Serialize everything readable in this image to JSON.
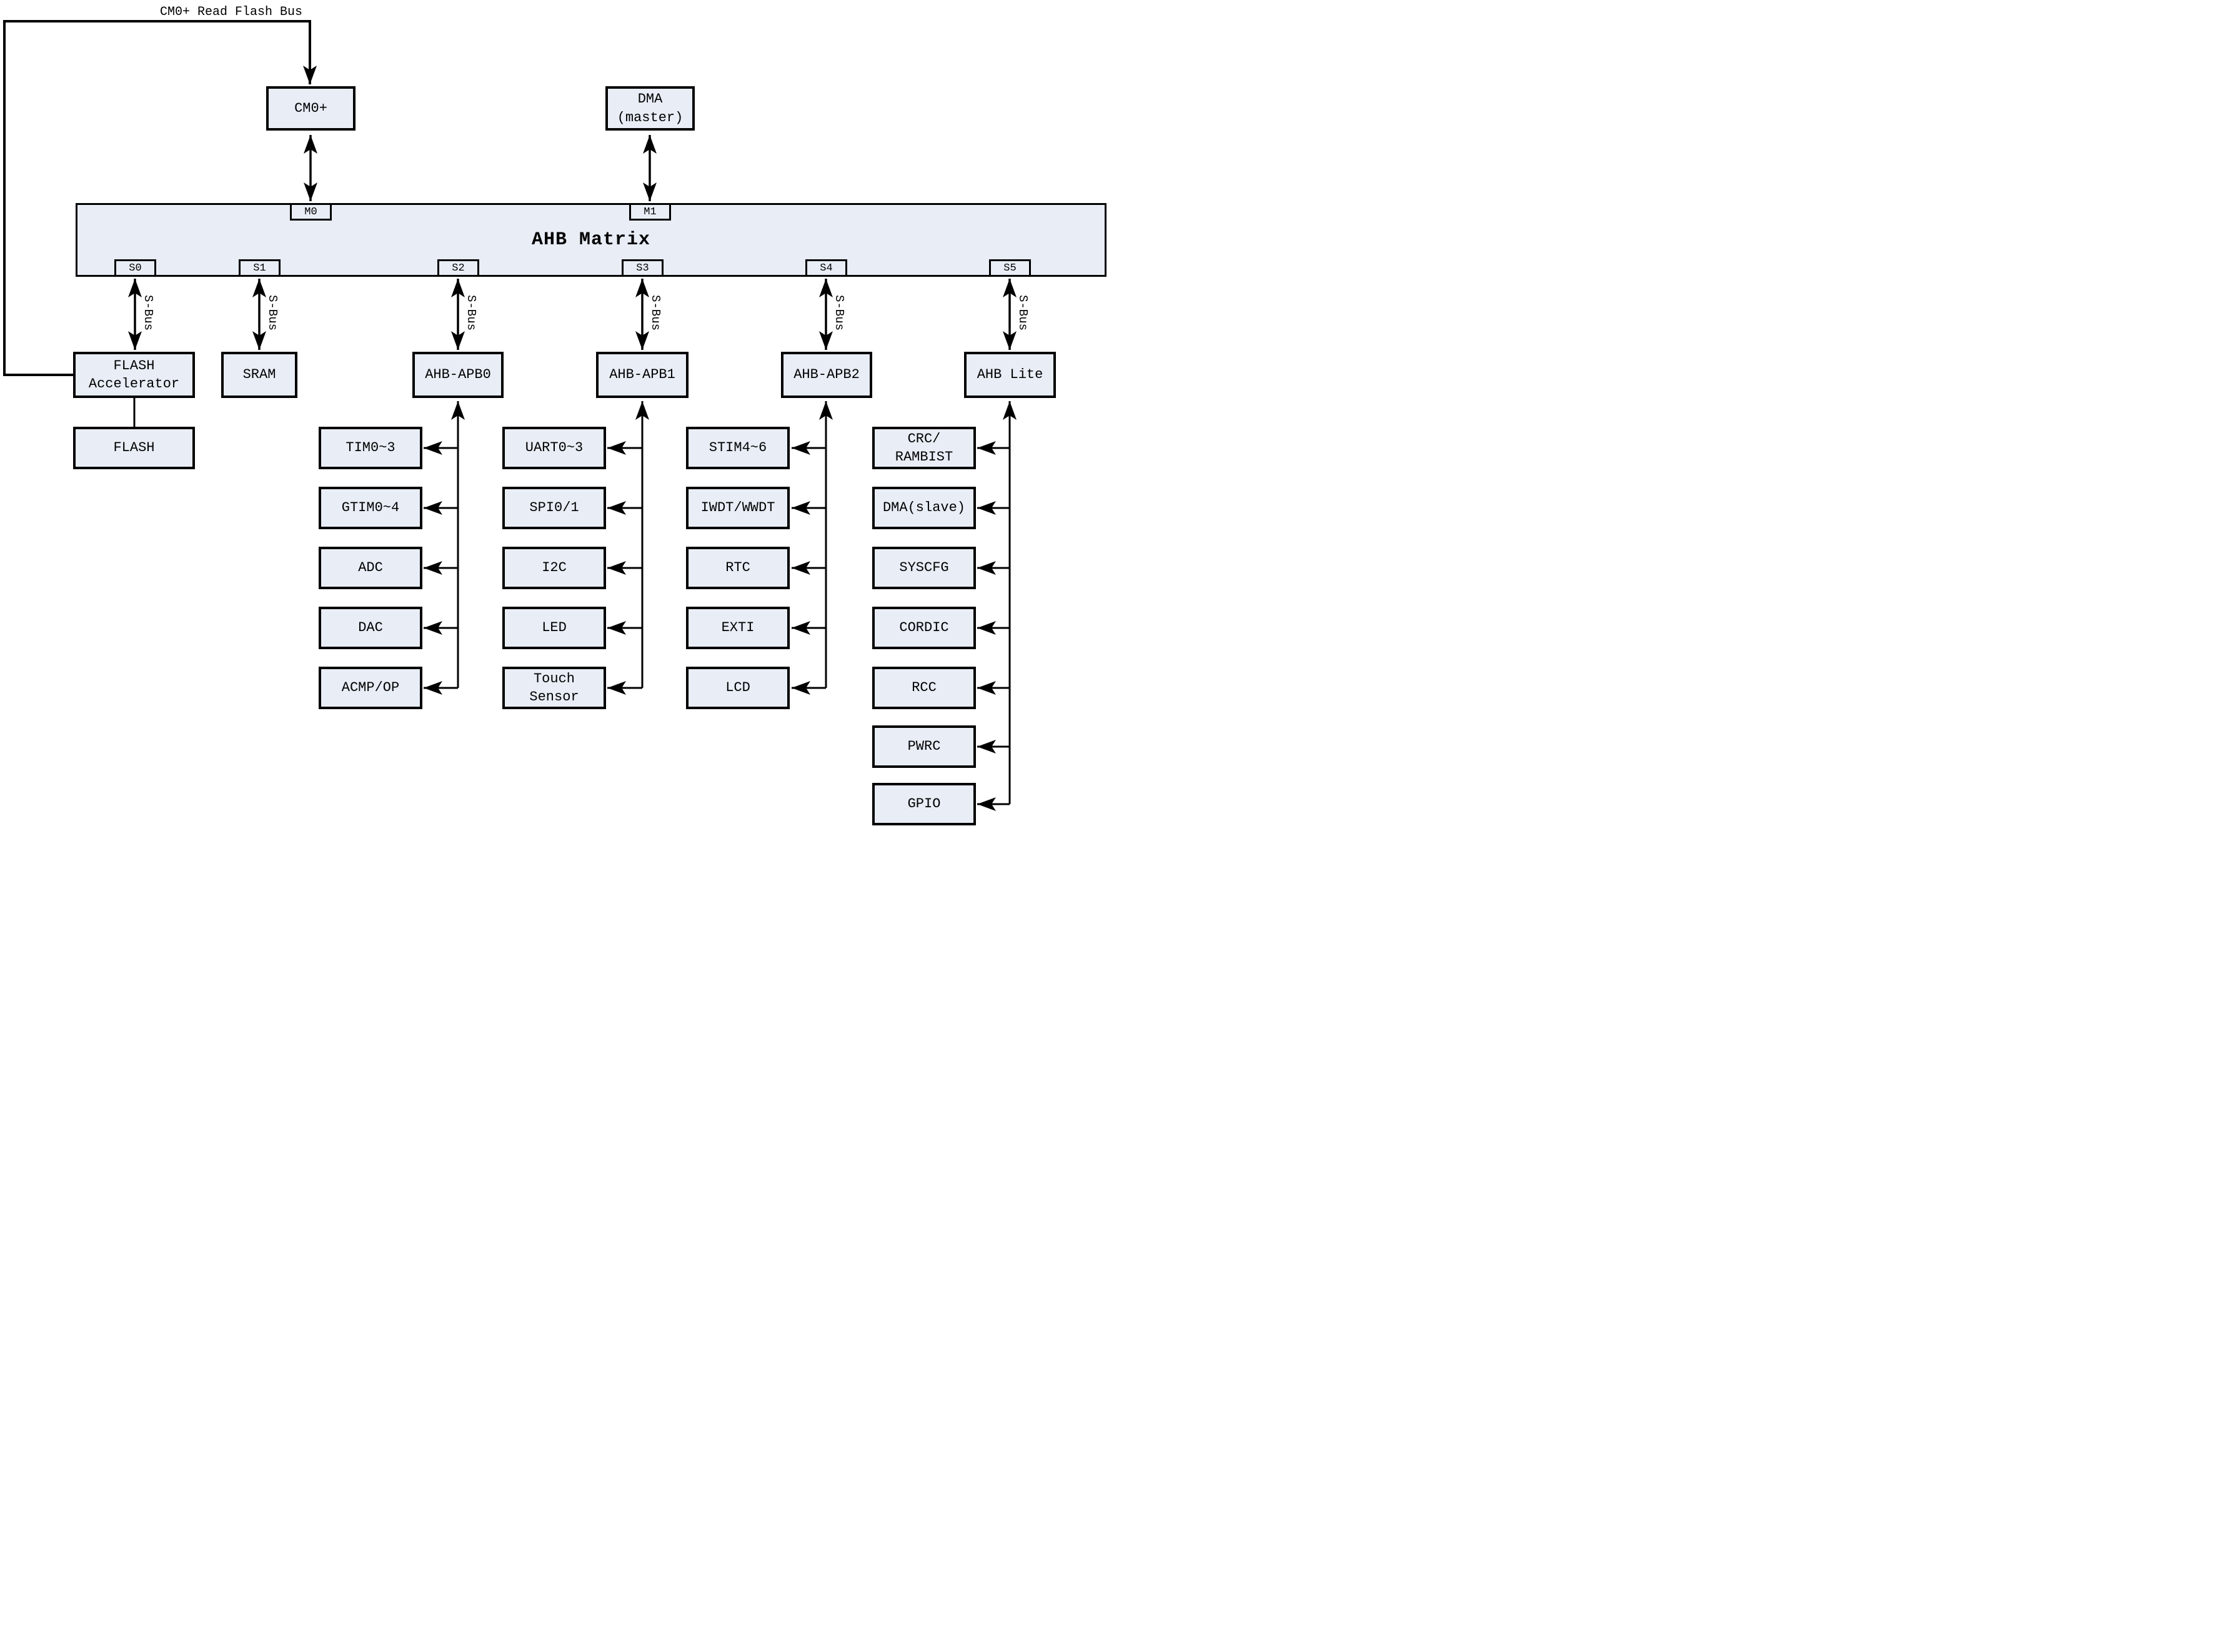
{
  "top_label": "CM0+ Read Flash Bus",
  "cm0": {
    "label": "CM0+"
  },
  "dma": {
    "line1": "DMA",
    "line2": "(master)"
  },
  "matrix": {
    "title": "AHB Matrix",
    "ports": {
      "m0": "M0",
      "m1": "M1",
      "s0": "S0",
      "s1": "S1",
      "s2": "S2",
      "s3": "S3",
      "s4": "S4",
      "s5": "S5"
    }
  },
  "sbus": {
    "label": "S-Bus"
  },
  "bridges": {
    "flash_acc": {
      "line1": "FLASH",
      "line2": "Accelerator"
    },
    "sram": {
      "label": "SRAM"
    },
    "apb0": {
      "label": "AHB-APB0"
    },
    "apb1": {
      "label": "AHB-APB1"
    },
    "apb2": {
      "label": "AHB-APB2"
    },
    "ahb_lite": {
      "label": "AHB Lite"
    },
    "flash": {
      "label": "FLASH"
    }
  },
  "apb0_peripherals": [
    {
      "label": "TIM0~3"
    },
    {
      "label": "GTIM0~4"
    },
    {
      "label": "ADC"
    },
    {
      "label": "DAC"
    },
    {
      "label": "ACMP/OP"
    }
  ],
  "apb1_peripherals": [
    {
      "label": "UART0~3"
    },
    {
      "label": "SPI0/1"
    },
    {
      "label": "I2C"
    },
    {
      "label": "LED"
    },
    {
      "line1": "Touch",
      "line2": "Sensor"
    }
  ],
  "apb2_peripherals": [
    {
      "label": "STIM4~6"
    },
    {
      "label": "IWDT/WWDT"
    },
    {
      "label": "RTC"
    },
    {
      "label": "EXTI"
    },
    {
      "label": "LCD"
    }
  ],
  "ahb_lite_peripherals": [
    {
      "line1": "CRC/",
      "line2": "RAMBIST"
    },
    {
      "label": "DMA(slave)"
    },
    {
      "label": "SYSCFG"
    },
    {
      "label": "CORDIC"
    },
    {
      "label": "RCC"
    },
    {
      "label": "PWRC"
    },
    {
      "label": "GPIO"
    }
  ],
  "colors": {
    "box_fill": "#e8edf6",
    "line": "#000000",
    "background": "#ffffff"
  }
}
